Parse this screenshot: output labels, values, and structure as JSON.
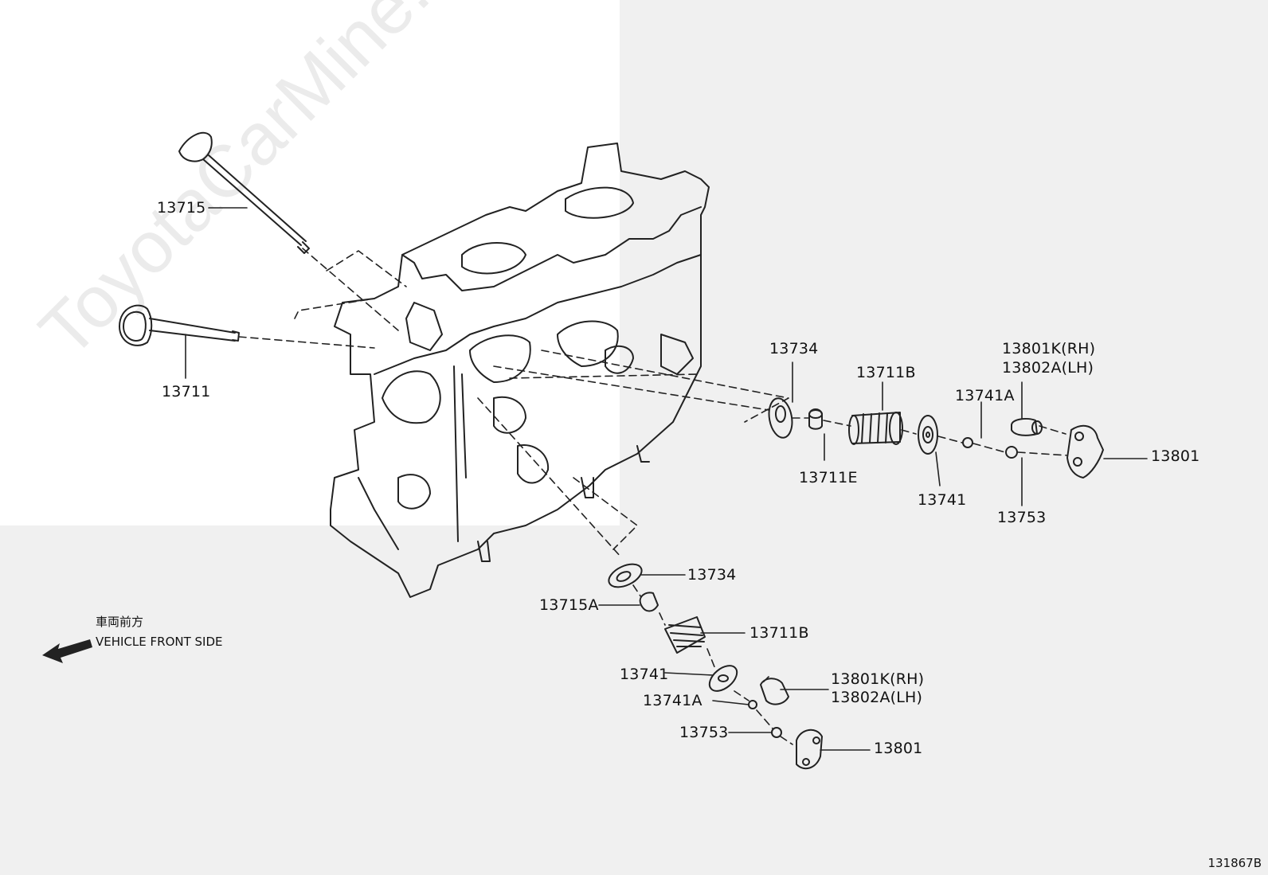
{
  "diagram": {
    "watermark": "ToyotaCarMine.ru",
    "front_indicator": {
      "jp": "車両前方",
      "en": "VEHICLE FRONT SIDE"
    },
    "diagram_code": "131867B",
    "upper": {
      "p13715": "13715",
      "p13711": "13711",
      "p13734": "13734",
      "p13711b": "13711B",
      "p13711e": "13711E",
      "p13741": "13741",
      "p13741a": "13741A",
      "p13753": "13753",
      "p13801k": "13801K(RH)",
      "p13802a": "13802A(LH)",
      "p13801": "13801"
    },
    "lower": {
      "p13734": "13734",
      "p13715a": "13715A",
      "p13711b": "13711B",
      "p13741": "13741",
      "p13741a": "13741A",
      "p13753": "13753",
      "p13801k": "13801K(RH)",
      "p13802a": "13802A(LH)",
      "p13801": "13801"
    }
  }
}
